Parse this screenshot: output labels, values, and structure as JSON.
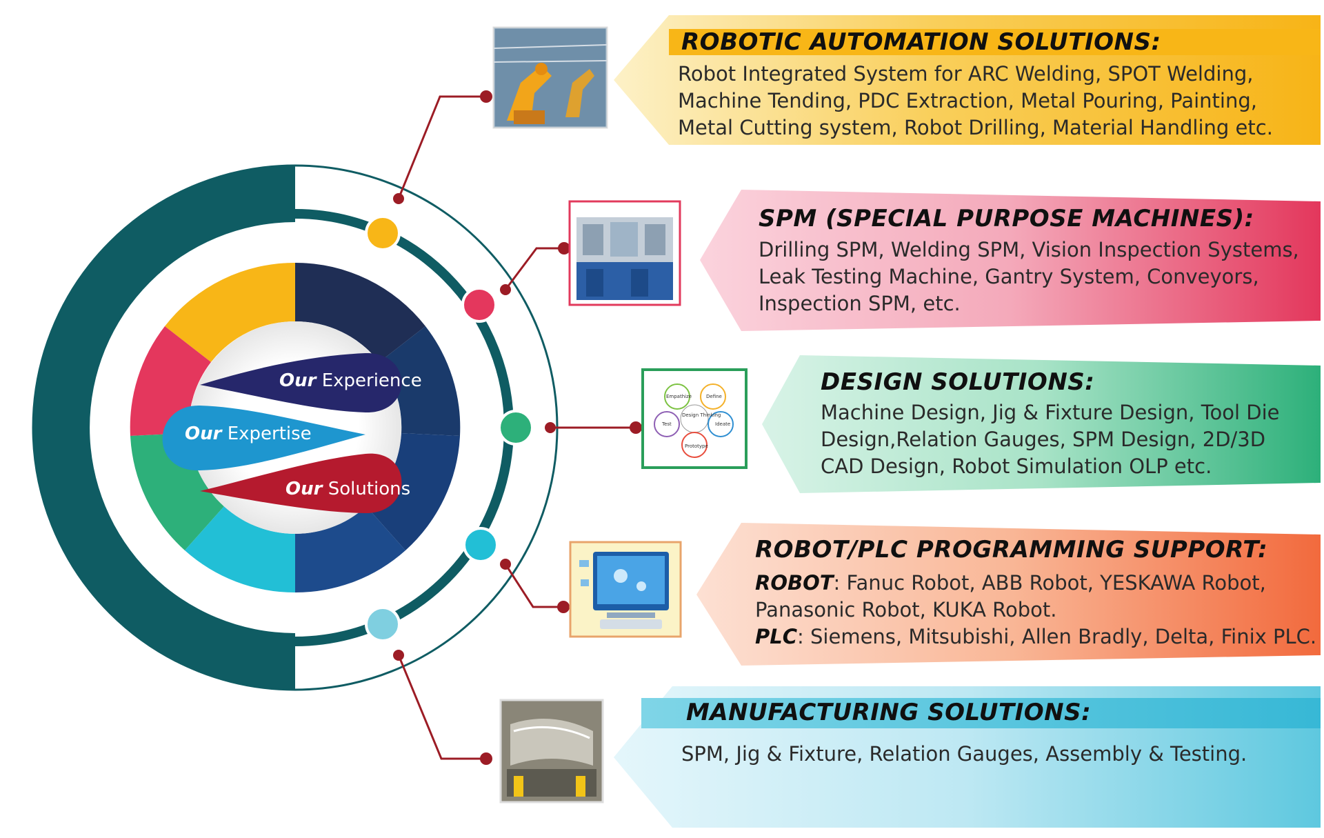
{
  "center": {
    "petals": [
      {
        "prefix": "Our",
        "word": "Experience",
        "color": "#26276b"
      },
      {
        "prefix": "Our",
        "word": "Expertise",
        "color": "#1e96cf"
      },
      {
        "prefix": "Our",
        "word": "Solutions",
        "color": "#b51a2e"
      }
    ]
  },
  "colors": {
    "outer_arc": "#0f5c63",
    "yellow": "#f8b617",
    "pink": "#e4375d",
    "green": "#2db07a",
    "cyan": "#22bfd6",
    "navy": "#1e3563",
    "connector": "#9c1c25"
  },
  "sections": [
    {
      "id": "robotic",
      "title": "ROBOTIC AUTOMATION SOLUTIONS:",
      "lines": [
        "Robot Integrated System for ARC Welding, SPOT Welding,",
        "Machine Tending, PDC Extraction, Metal Pouring, Painting,",
        "Metal Cutting system, Robot Drilling, Material Handling etc."
      ],
      "color": "#f8b617",
      "icon": "robot-arm-image"
    },
    {
      "id": "spm",
      "title": "SPM (SPECIAL PURPOSE MACHINES):",
      "lines": [
        "Drilling SPM, Welding SPM, Vision Inspection Systems,",
        "Leak Testing Machine, Gantry System, Conveyors,",
        "Inspection SPM, etc."
      ],
      "color": "#e4375d",
      "icon": "spm-machine-image"
    },
    {
      "id": "design",
      "title": "DESIGN SOLUTIONS:",
      "lines": [
        "Machine Design, Jig & Fixture Design, Tool Die",
        "Design,Relation Gauges, SPM Design, 2D/3D",
        "CAD Design, Robot Simulation OLP etc."
      ],
      "color": "#2db07a",
      "icon": "design-thinking-image",
      "thumb": {
        "center": "Design Thinking",
        "nodes": [
          "Empathize",
          "Define",
          "Ideate",
          "Prototype",
          "Test"
        ]
      }
    },
    {
      "id": "programming",
      "title": "ROBOT/PLC PROGRAMMING SUPPORT:",
      "robot_label": "ROBOT",
      "robot_line1": ": Fanuc Robot, ABB Robot, YESKAWA Robot,",
      "robot_line2": "Panasonic Robot, KUKA Robot.",
      "plc_label": "PLC",
      "plc_line": ": Siemens, Mitsubishi, Allen Bradly, Delta, Finix PLC.",
      "color": "#f26a3d",
      "icon": "computer-image"
    },
    {
      "id": "manufacturing",
      "title": "MANUFACTURING SOLUTIONS:",
      "lines": [
        "SPM, Jig & Fixture, Relation Gauges, Assembly & Testing."
      ],
      "color": "#5ec8df",
      "icon": "manufacturing-image"
    }
  ]
}
